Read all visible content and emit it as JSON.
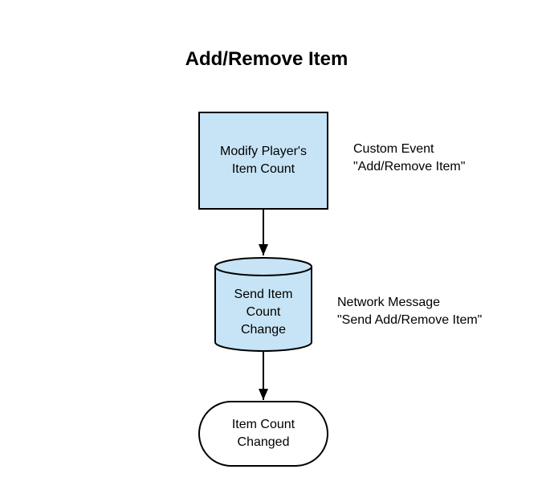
{
  "diagram": {
    "title": "Add/Remove Item",
    "colors": {
      "fill": "#c7e4f6",
      "stroke": "#000000",
      "terminal_fill": "#ffffff"
    },
    "nodes": [
      {
        "id": "modify",
        "shape": "process",
        "label": "Modify Player's\nItem Count"
      },
      {
        "id": "send",
        "shape": "cylinder",
        "label": "Send Item\nCount\nChange"
      },
      {
        "id": "changed",
        "shape": "terminal",
        "label": "Item Count\nChanged"
      }
    ],
    "annotations": [
      {
        "node": "modify",
        "text": "Custom Event\n\"Add/Remove Item\""
      },
      {
        "node": "send",
        "text": "Network Message\n\"Send Add/Remove Item\""
      }
    ],
    "edges": [
      {
        "from": "modify",
        "to": "send"
      },
      {
        "from": "send",
        "to": "changed"
      }
    ]
  }
}
